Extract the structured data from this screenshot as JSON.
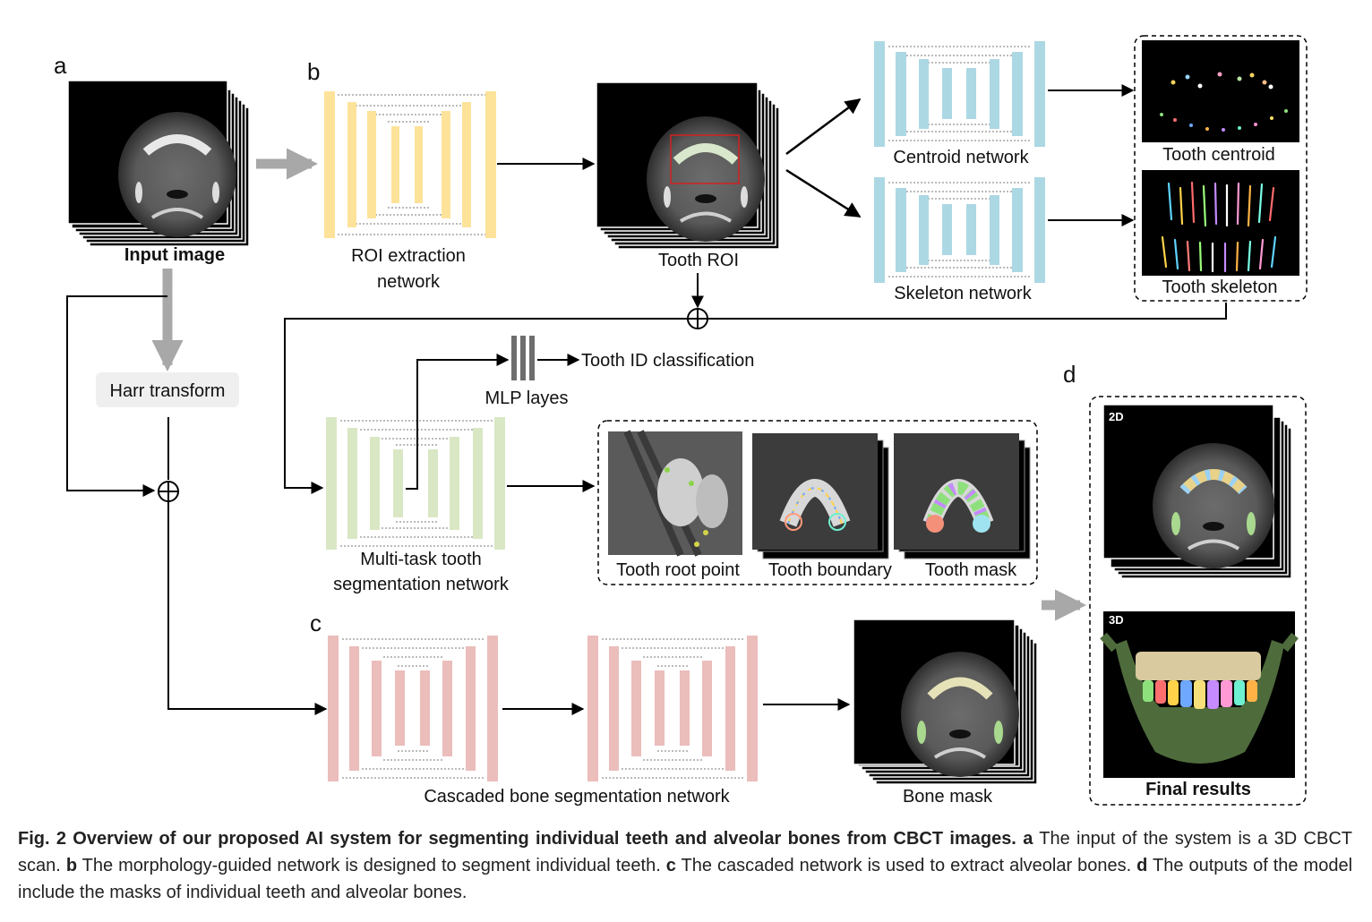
{
  "panels": {
    "a": "a",
    "b": "b",
    "c": "c",
    "d": "d"
  },
  "labels": {
    "input_image": "Input image",
    "roi_network_line1": "ROI extraction",
    "roi_network_line2": "network",
    "tooth_roi": "Tooth ROI",
    "centroid_network": "Centroid network",
    "skeleton_network": "Skeleton network",
    "tooth_centroid": "Tooth centroid",
    "tooth_skeleton": "Tooth skeleton",
    "harr_transform": "Harr transform",
    "mlp_layers": "MLP layes",
    "tooth_id_classification": "Tooth ID classification",
    "multitask_line1": "Multi-task tooth",
    "multitask_line2": "segmentation network",
    "tooth_root_point": "Tooth root point",
    "tooth_boundary": "Tooth boundary",
    "tooth_mask": "Tooth mask",
    "cascaded_bone": "Cascaded bone segmentation network",
    "bone_mask": "Bone mask",
    "tag_2d": "2D",
    "tag_3d": "3D",
    "final_results": "Final results"
  },
  "colors": {
    "roi_network": "#fde39a",
    "centroid_skeleton_network": "#acd8e4",
    "multitask_network": "#d9e7c4",
    "bone_network": "#ebbdbb",
    "gray_arrow": "#a8a8a8"
  },
  "caption": {
    "title": "Fig. 2 Overview of our proposed AI system for segmenting individual teeth and alveolar bones from CBCT images.",
    "a_letter": "a",
    "a_text": "The input of the system is a 3D CBCT scan.",
    "b_letter": "b",
    "b_text": "The morphology-guided network is designed to segment individual teeth.",
    "c_letter": "c",
    "c_text": "The cascaded network is used to extract alveolar bones.",
    "d_letter": "d",
    "d_text": "The outputs of the model include the masks of individual teeth and alveolar bones."
  }
}
